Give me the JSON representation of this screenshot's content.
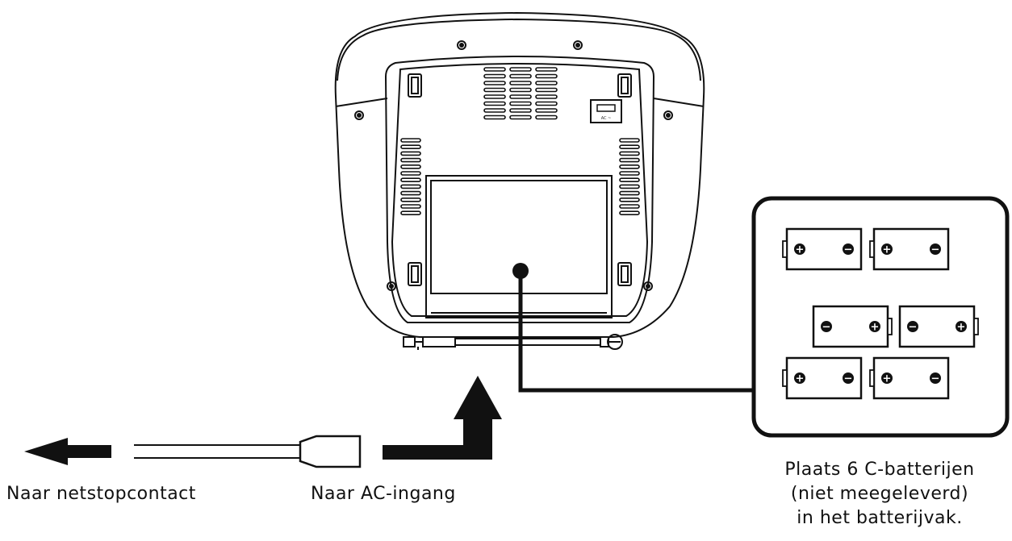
{
  "labels": {
    "to_mains": "Naar netstopcontact",
    "to_ac_input": "Naar AC-ingang",
    "battery_note": [
      "Plaats 6 C-batterijen",
      "(niet meegeleverd)",
      "in het batterijvak."
    ]
  },
  "device": {
    "ac_socket_marking": "AC ~"
  },
  "battery_symbols": {
    "plus": "+",
    "minus": "−"
  },
  "battery_count": 6,
  "colors": {
    "line": "#111111",
    "background": "#ffffff"
  }
}
